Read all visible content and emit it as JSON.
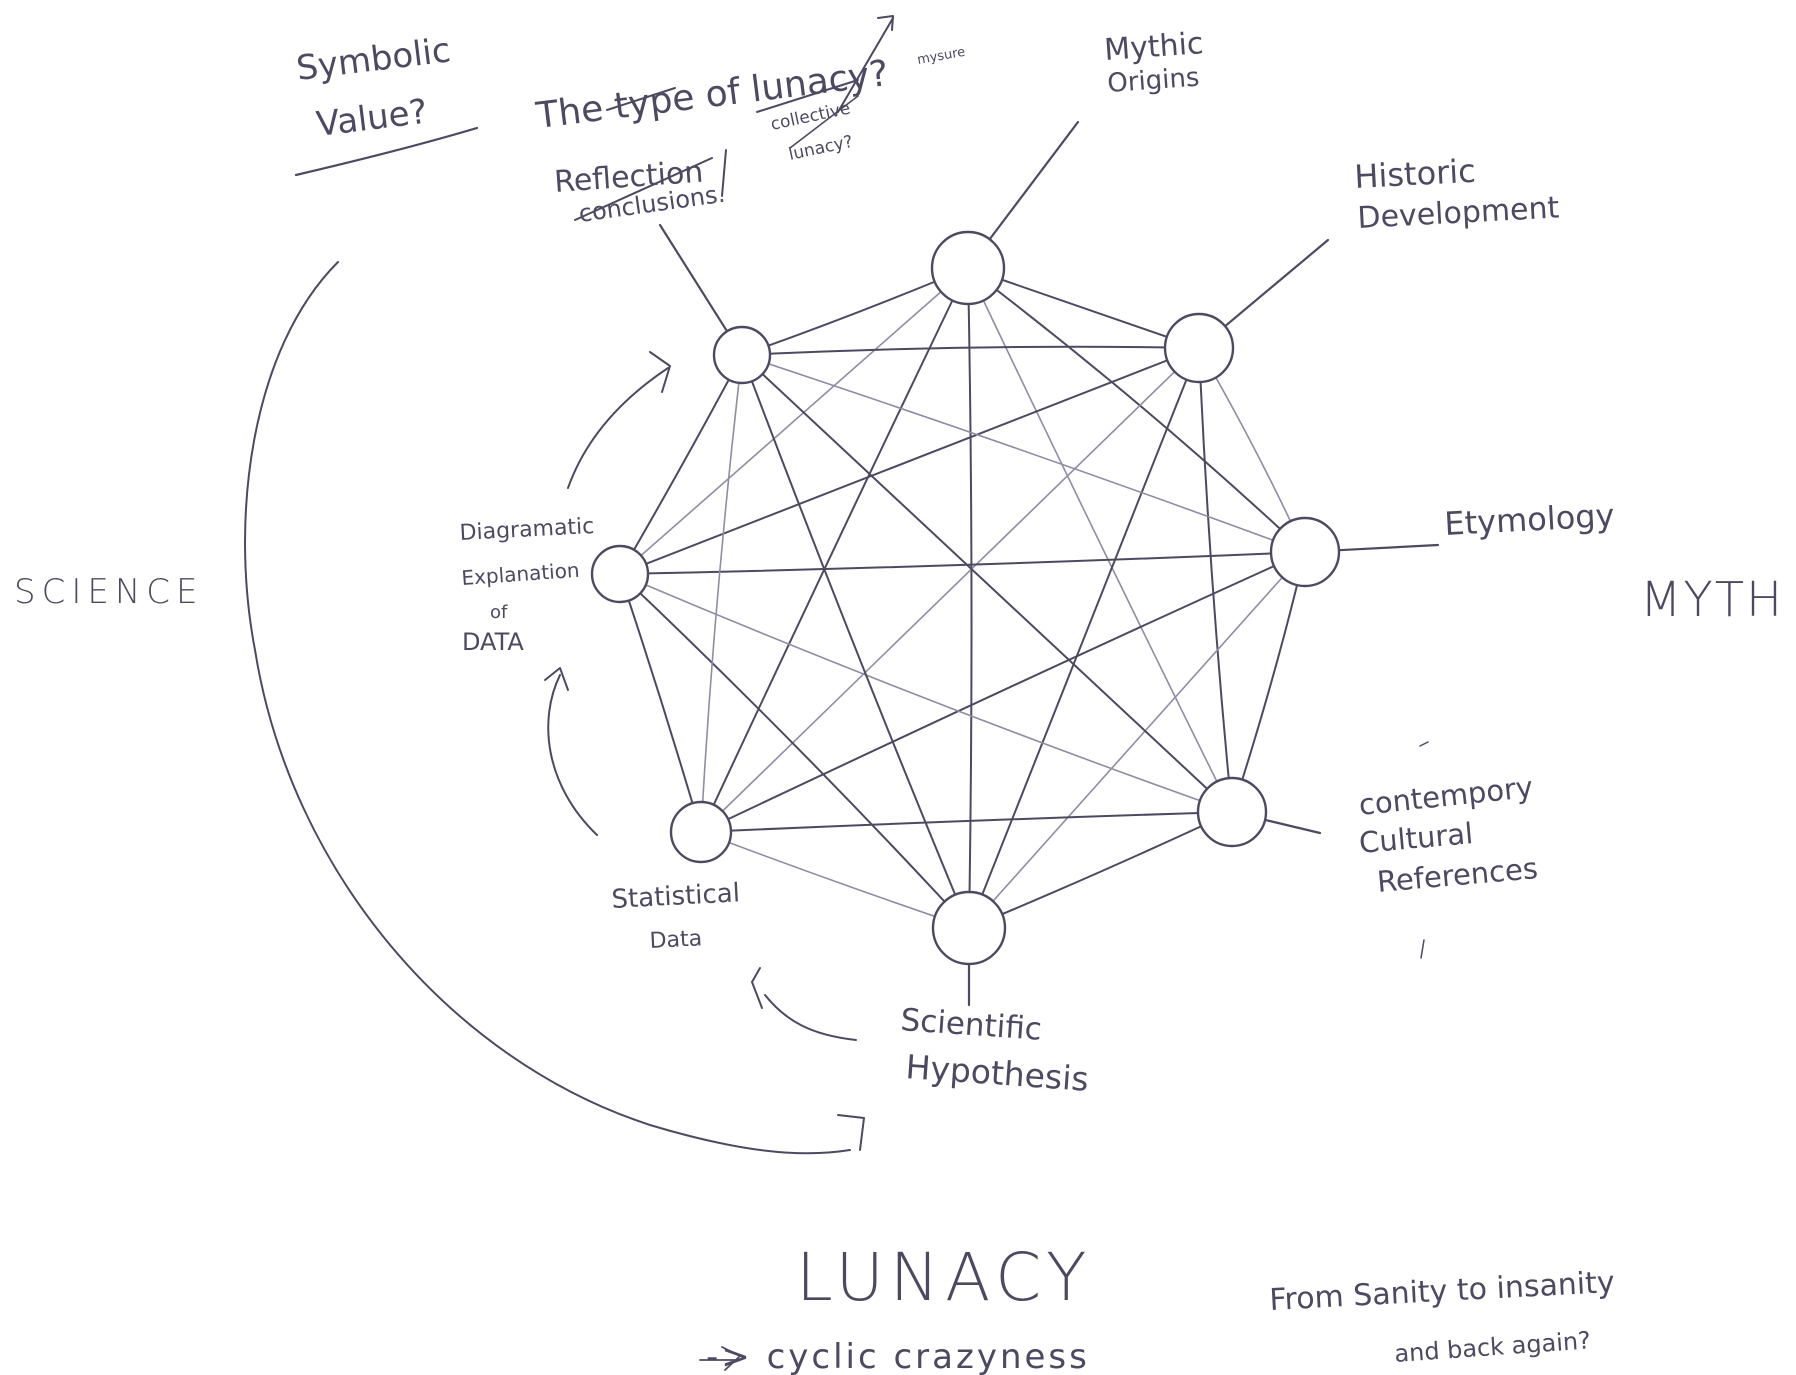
{
  "diagram": {
    "nodes": [
      {
        "id": "mythic",
        "label": [
          "Mythic",
          "Origins"
        ]
      },
      {
        "id": "historic",
        "label": [
          "Historic",
          "Development"
        ]
      },
      {
        "id": "etymology",
        "label": [
          "Etymology"
        ]
      },
      {
        "id": "contemporary",
        "label": [
          "contempory",
          "Cultural",
          "References"
        ]
      },
      {
        "id": "scientific",
        "label": [
          "Scientific",
          "Hypothesis"
        ]
      },
      {
        "id": "statistical",
        "label": [
          "Statistical",
          "Data"
        ]
      },
      {
        "id": "diagramatic",
        "label": [
          "Diagramatic",
          "Explanation",
          "of",
          "DATA"
        ]
      },
      {
        "id": "reflection",
        "label": [
          "Reflection",
          "conclusions."
        ]
      }
    ],
    "connectivity": "complete graph between all 8 nodes"
  },
  "annotations": {
    "symbolic_value": [
      "Symbolic",
      "Value?"
    ],
    "type_of_lunacy": "The type of lunacy?",
    "type_of_lunacy_notes": [
      "collective",
      "lunacy?",
      "mysure"
    ],
    "science": "SCIENCE",
    "myth": "MYTH",
    "lunacy": "LUNACY",
    "cyclic": "-> cyclic crazyness",
    "from_sanity": [
      "From Sanity to insanity",
      "and back again?"
    ]
  },
  "ink_color": "#4d4a60"
}
